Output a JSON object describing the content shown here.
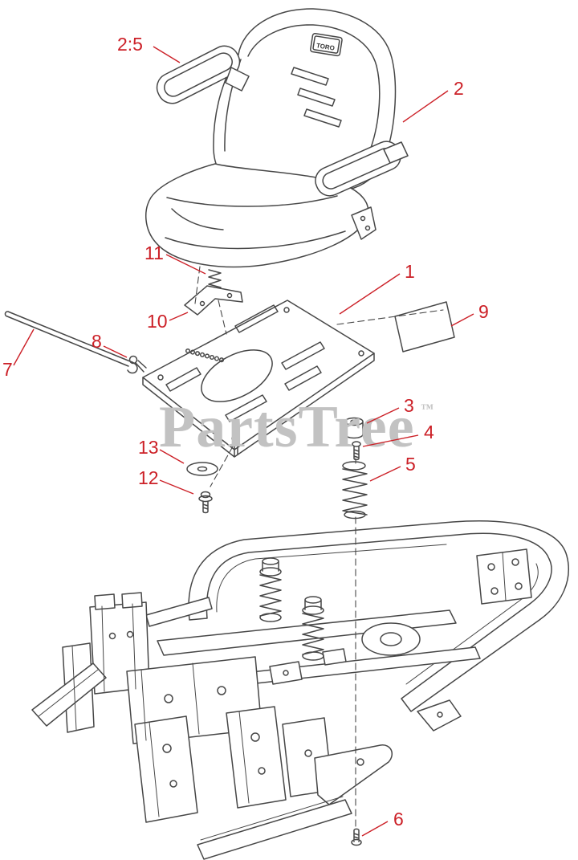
{
  "watermark": {
    "text": "PartsTree",
    "tm": "™",
    "color": "#c2c2c2"
  },
  "diagram": {
    "seat_badge": "TORO",
    "callout_color": "#cc2027",
    "line_color": "#474747",
    "callouts": [
      {
        "label": "2:5"
      },
      {
        "label": "2"
      },
      {
        "label": "11"
      },
      {
        "label": "10"
      },
      {
        "label": "1"
      },
      {
        "label": "9"
      },
      {
        "label": "7"
      },
      {
        "label": "8"
      },
      {
        "label": "13"
      },
      {
        "label": "12"
      },
      {
        "label": "3"
      },
      {
        "label": "4"
      },
      {
        "label": "5"
      },
      {
        "label": "6"
      }
    ]
  }
}
